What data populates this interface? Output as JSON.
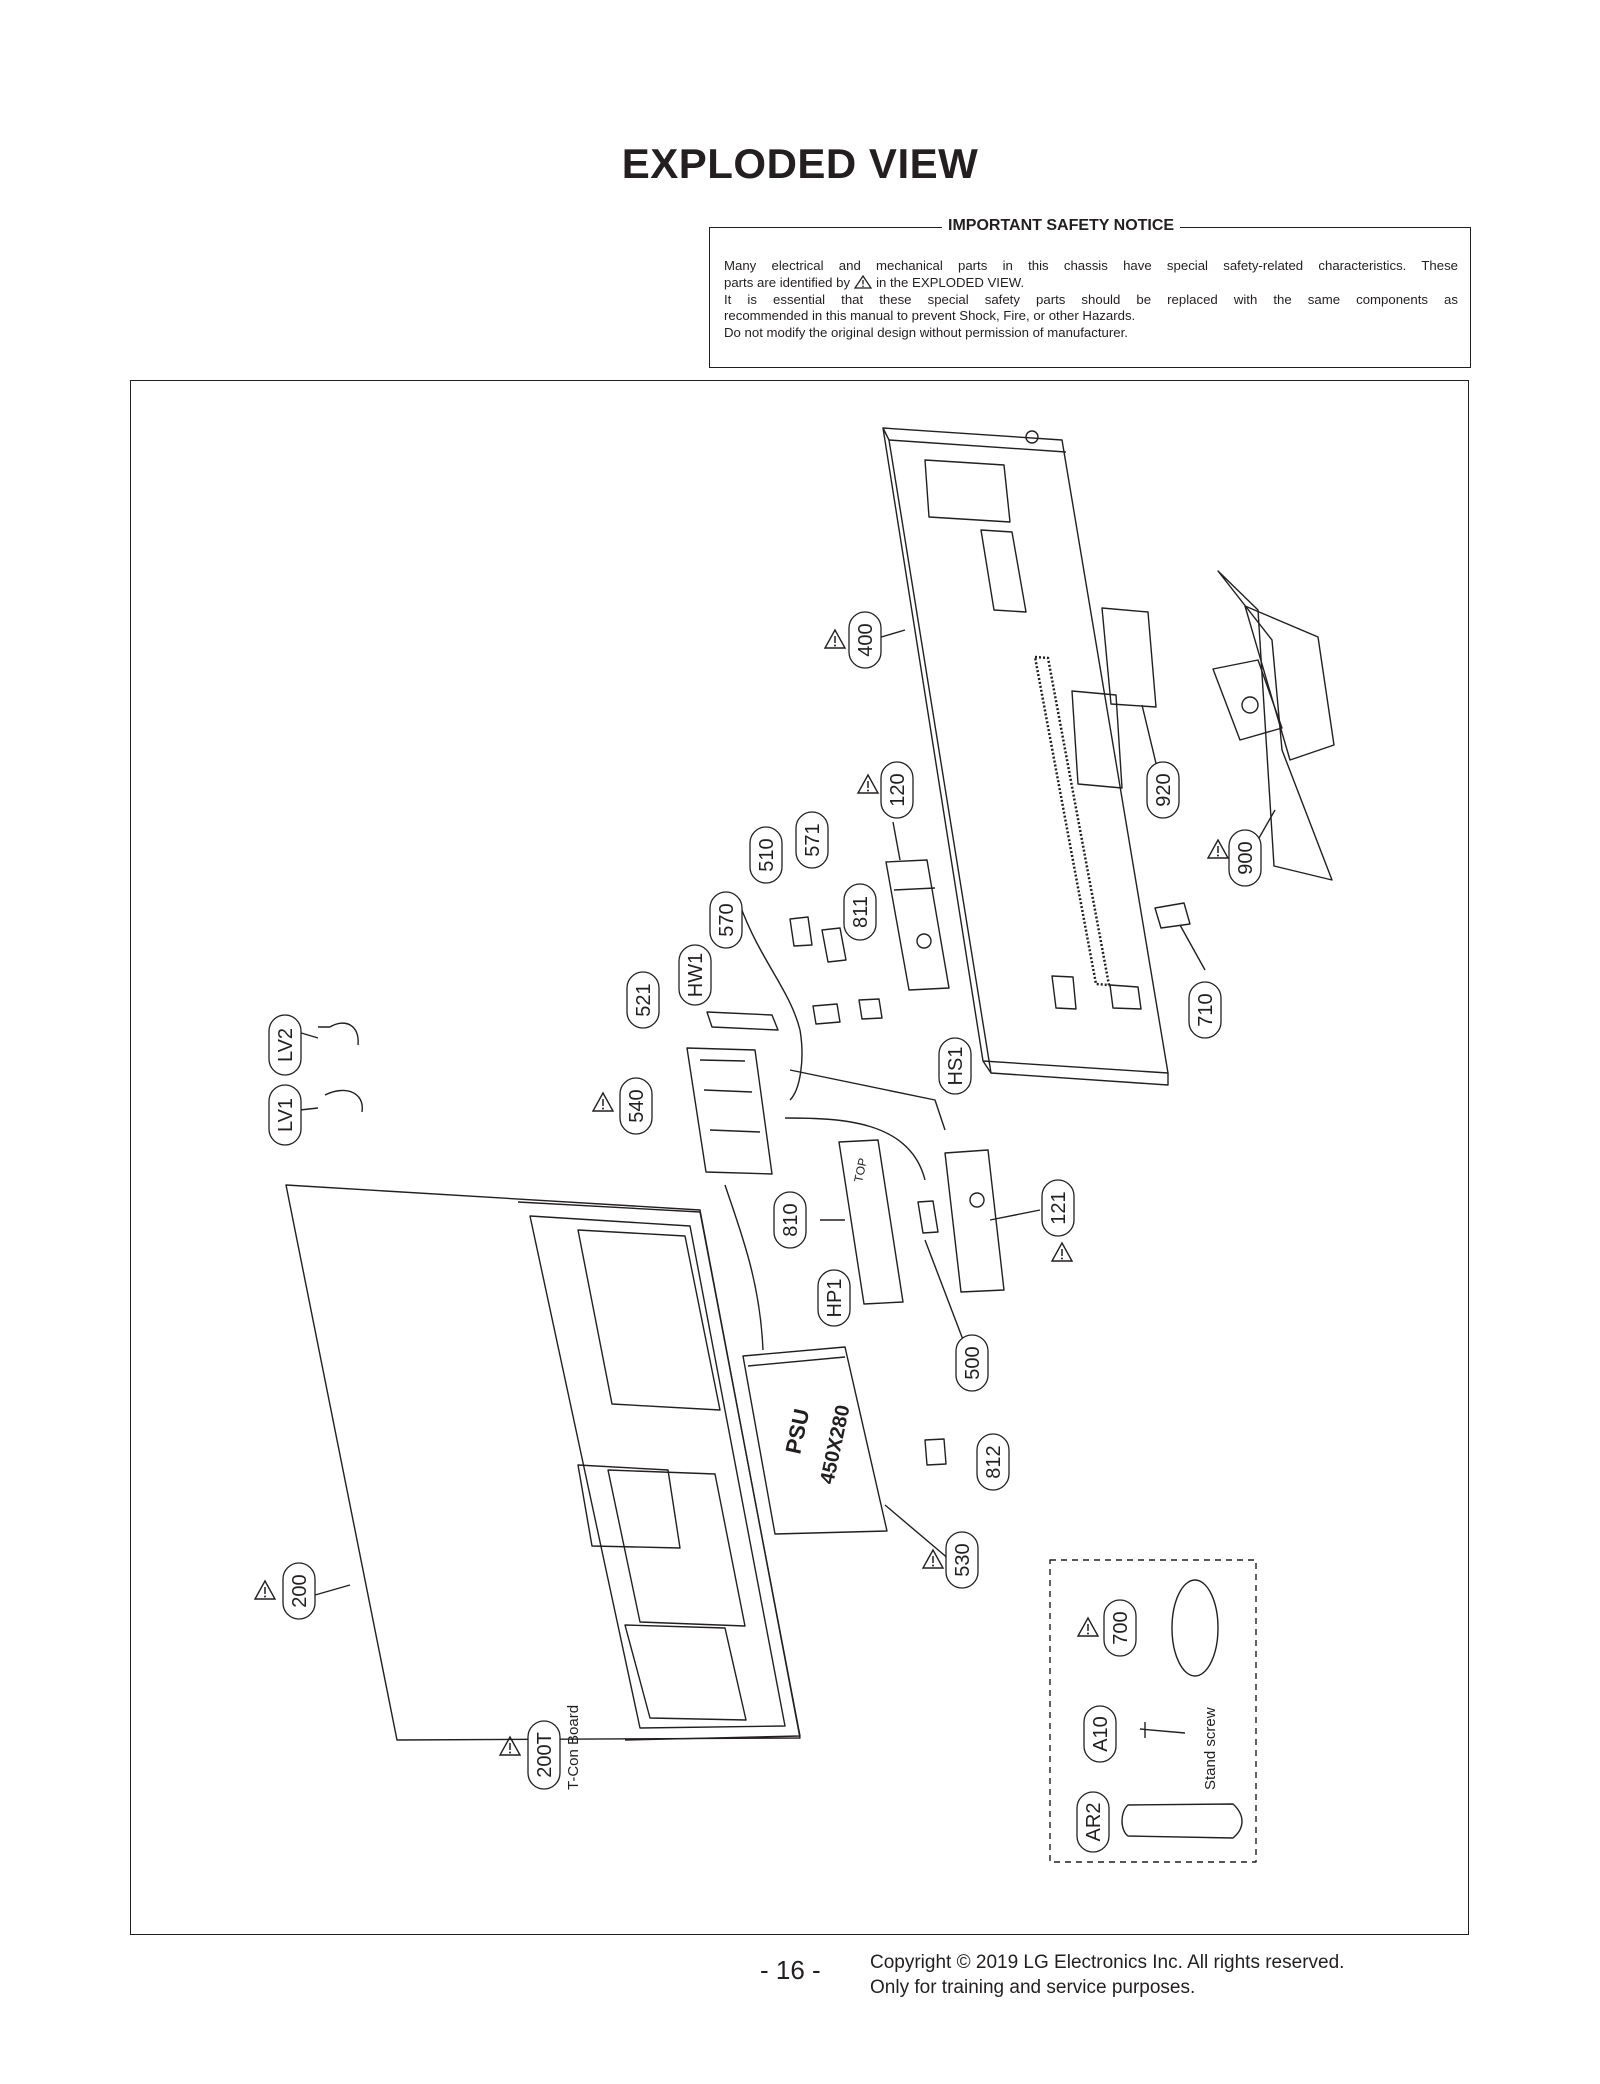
{
  "page": {
    "title": "EXPLODED VIEW",
    "page_number": "- 16 -",
    "copyright_line1": "Copyright © 2019 LG Electronics Inc. All rights reserved.",
    "copyright_line2": "Only for training and service purposes."
  },
  "notice": {
    "heading": "IMPORTANT SAFETY NOTICE",
    "line1": "Many electrical and mechanical parts in this chassis have special safety-related characteristics. These",
    "line2_before": "parts are identified by",
    "line2_after": "in the EXPLODED VIEW.",
    "line3": "It is essential that these special safety parts should be replaced with the same components as",
    "line4": "recommended in this manual to prevent Shock, Fire, or other Hazards.",
    "line5": "Do not modify the original design without permission of manufacturer."
  },
  "parts": {
    "p400": "400",
    "p120": "120",
    "p920": "920",
    "p900": "900",
    "p710": "710",
    "p510": "510",
    "p571": "571",
    "p570": "570",
    "p811": "811",
    "pHW1": "HW1",
    "p521": "521",
    "pHS1": "HS1",
    "p540": "540",
    "pLV2": "LV2",
    "pLV1": "LV1",
    "p810": "810",
    "p121": "121",
    "pHP1": "HP1",
    "p500": "500",
    "p812": "812",
    "p530": "530",
    "p200": "200",
    "p200T": "200T",
    "p700": "700",
    "pA10": "A10",
    "pAR2": "AR2"
  },
  "labels": {
    "tcon": "T-Con Board",
    "stand_screw": "Stand screw",
    "psu": "PSU",
    "psu_size": "450X280",
    "top": "TOP"
  }
}
